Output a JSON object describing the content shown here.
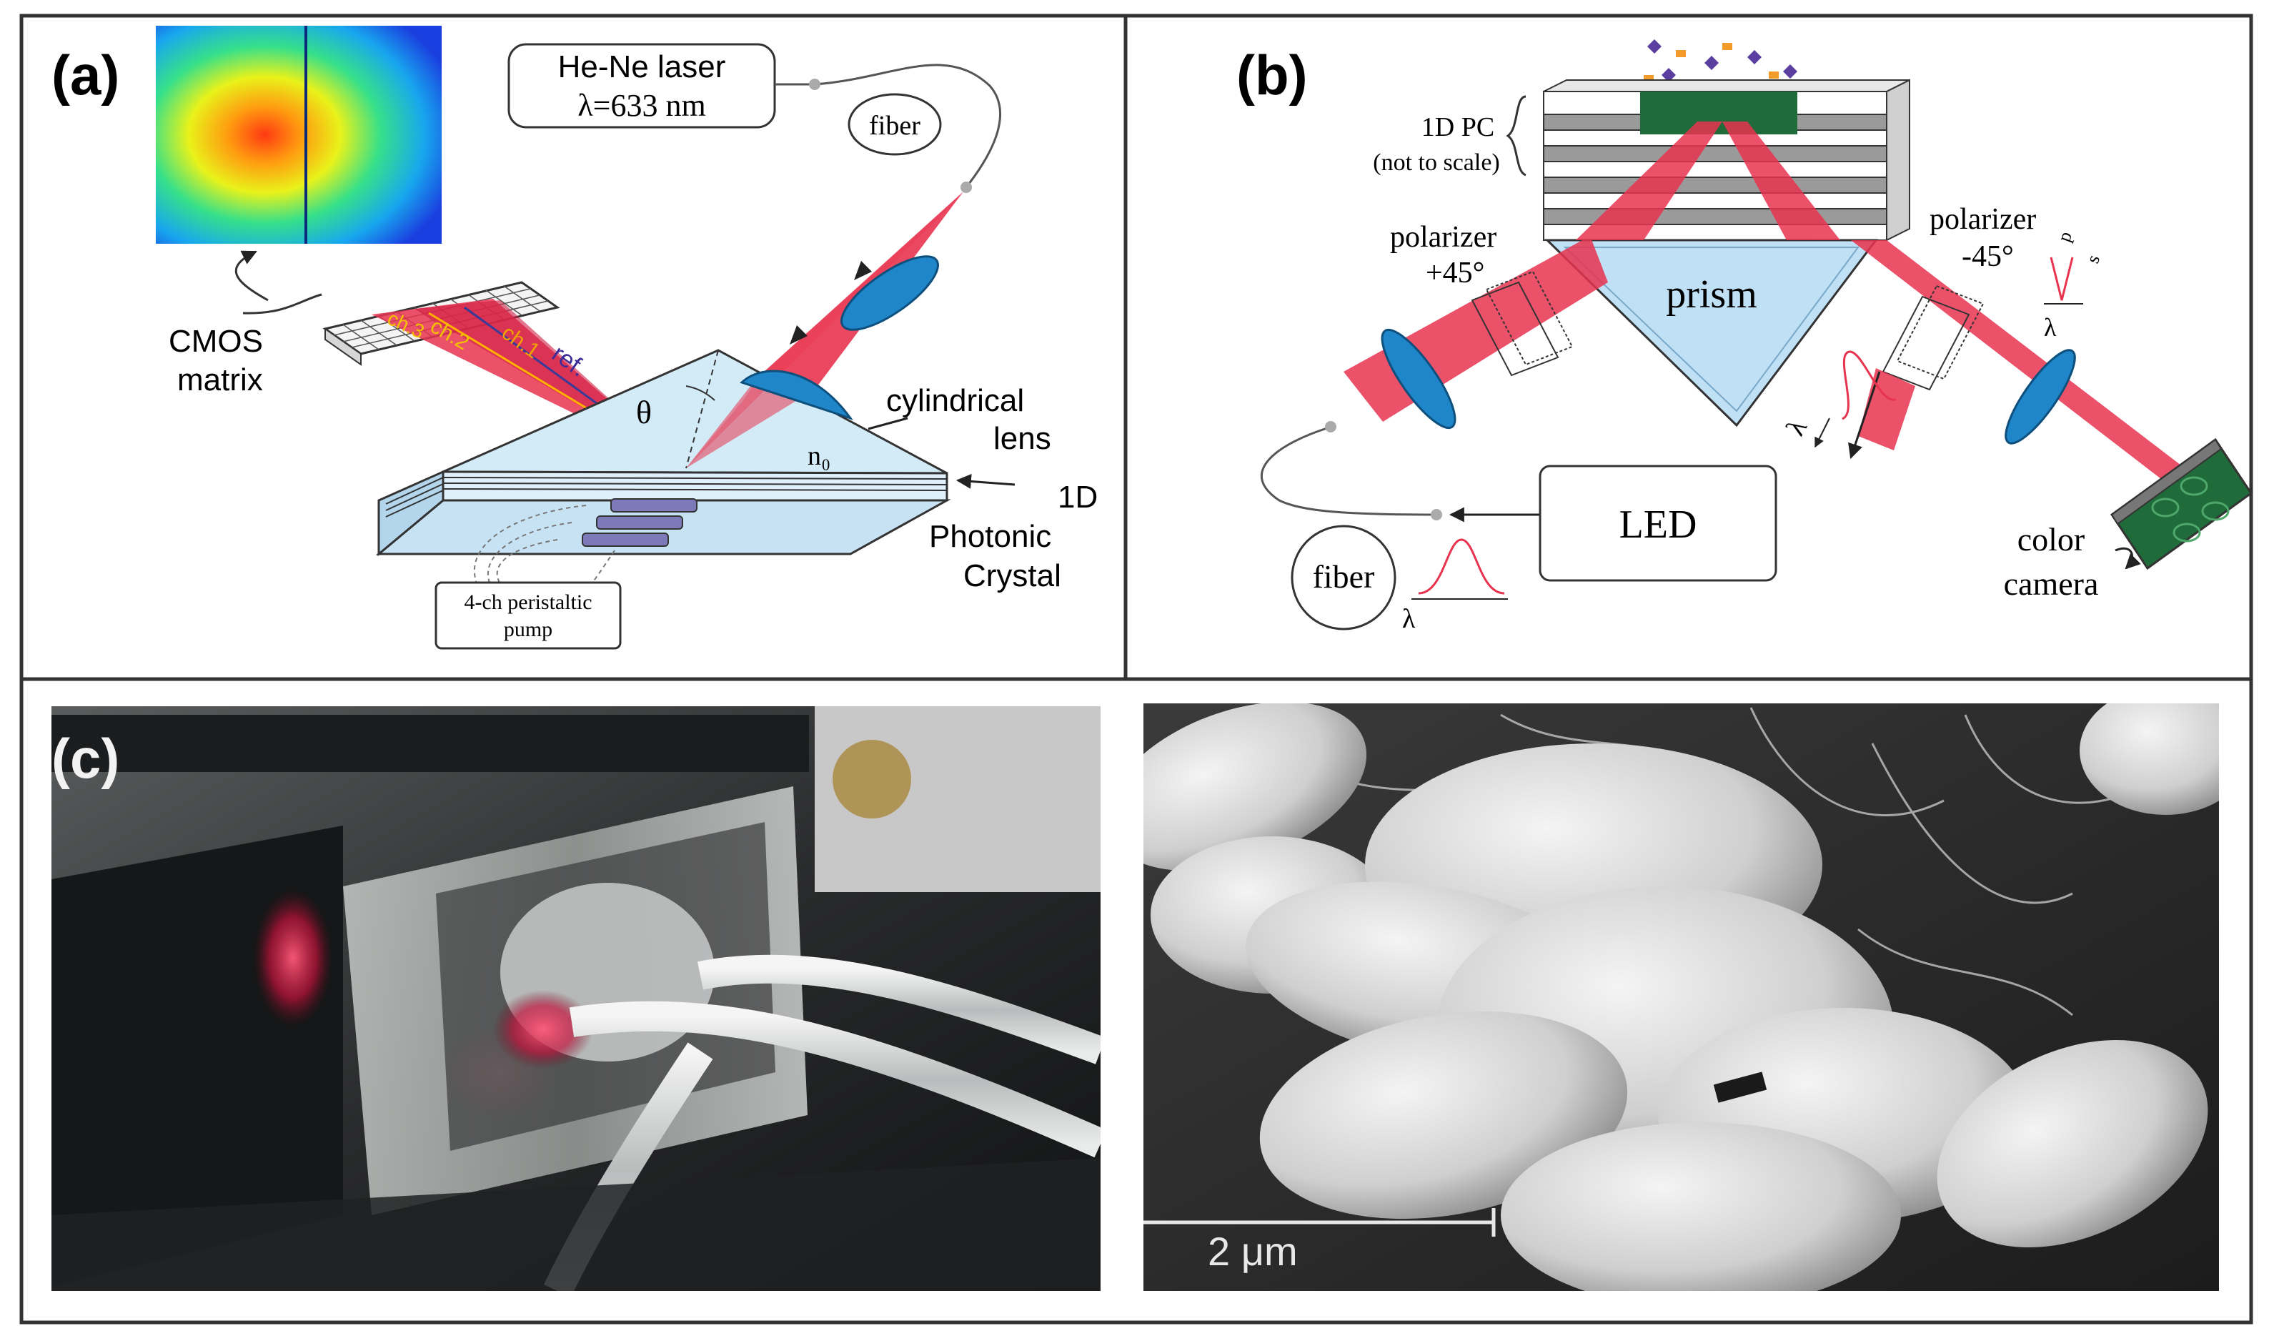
{
  "panels": {
    "a": {
      "letter": "(a)",
      "laser_line1": "He-Ne laser",
      "laser_line2": "λ=633 nm",
      "fiber": "fiber",
      "cmos_line1": "CMOS",
      "cmos_line2": "matrix",
      "theta": "θ",
      "n0": "n₀",
      "cyl_line1": "cylindrical",
      "cyl_line2": "lens",
      "pc_line1": "1D",
      "pc_line2": "Photonic",
      "pc_line3": "Crystal",
      "pump_line1": "4-ch peristaltic",
      "pump_line2": "pump",
      "beam_label_1": "ref.",
      "beam_label_2": "ch.1",
      "beam_label_3": "ch.2",
      "beam_label_4": "ch.3"
    },
    "b": {
      "letter": "(b)",
      "pc_line1": "1D PC",
      "pc_line2": "(not to scale)",
      "pol_left_line1": "polarizer",
      "pol_left_line2": "+45°",
      "pol_right_line1": "polarizer",
      "pol_right_line2": "-45°",
      "prism": "prism",
      "led": "LED",
      "fiber": "fiber",
      "lambda": "λ",
      "camera_line1": "color",
      "camera_line2": "camera",
      "p_label": "p",
      "s_label": "s"
    },
    "c": {
      "letter": "(c)",
      "scale_bar": "2 μm"
    }
  },
  "colors": {
    "beam": "#e8334f",
    "beam_dark": "#b8102e",
    "lens": "#1f86c9",
    "prism": "#bfe0f5",
    "chip": "#1f6b3a"
  }
}
